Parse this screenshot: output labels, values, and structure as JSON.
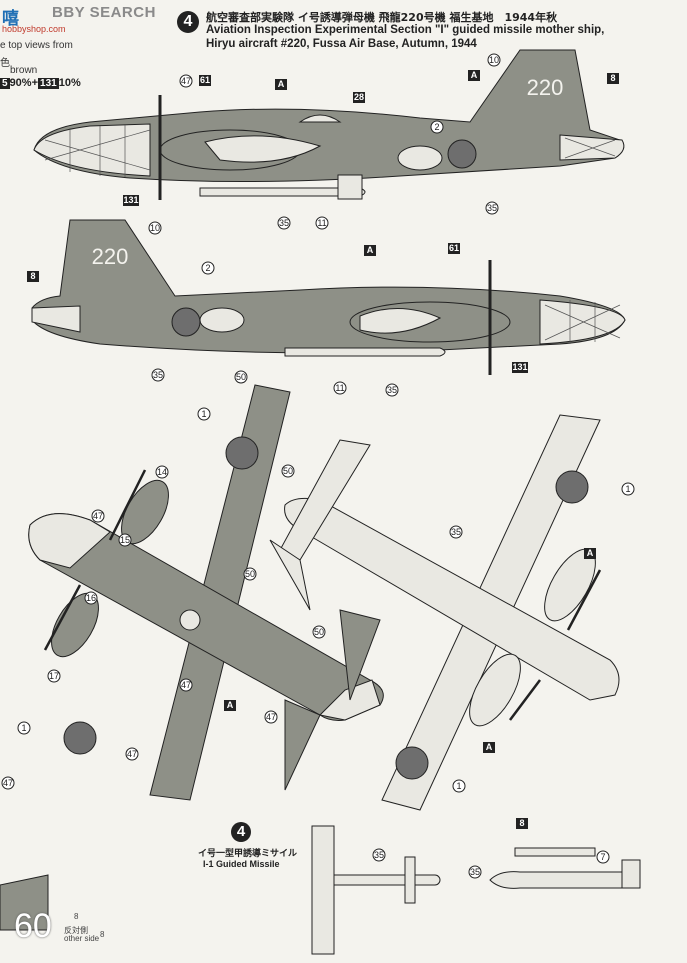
{
  "watermark": {
    "logo_text": "嘻",
    "brand": "BBY SEARCH",
    "url": "hobbyshop.com"
  },
  "left_margin": {
    "top_views_note": "e top views from",
    "color_label": "色",
    "color_name": "brown",
    "mix": {
      "code_a": "5",
      "pct_a": "90%",
      "plus": "+",
      "code_b": "131",
      "pct_b": "10%"
    }
  },
  "header": {
    "number": "4",
    "title_jp": "航空審査部実験隊 イ号誘導弾母機 飛龍220号機 福生基地　1944年秋",
    "title_en_1": "Aviation Inspection Experimental Section \"I\" guided missile mother ship,",
    "title_en_2": "Hiryu aircraft #220, Fussa Air Base, Autumn, 1944"
  },
  "aircraft_code": "220",
  "missile": {
    "number": "4",
    "title_jp": "イ号一型甲誘導ミサイル",
    "title_en": "I-1 Guided Missile"
  },
  "footer": {
    "page_number": "60",
    "other_side_jp": "反対側",
    "other_side_en": "other side",
    "ref_num": "8"
  },
  "colors": {
    "dark_green": "#8e9087",
    "hinomaru": "#6e6e6e",
    "line": "#222222",
    "light": "#e9e8e2"
  },
  "callouts": {
    "c1": "1",
    "c2": "2",
    "c7": "7",
    "c8": "8",
    "c10": "10",
    "c11": "11",
    "c14": "14",
    "c15": "15",
    "c16": "16",
    "c17": "17",
    "c28": "28",
    "c35": "35",
    "c47": "47",
    "c50": "50",
    "c61": "61",
    "c131": "131",
    "cA": "A",
    "cB": "8"
  }
}
